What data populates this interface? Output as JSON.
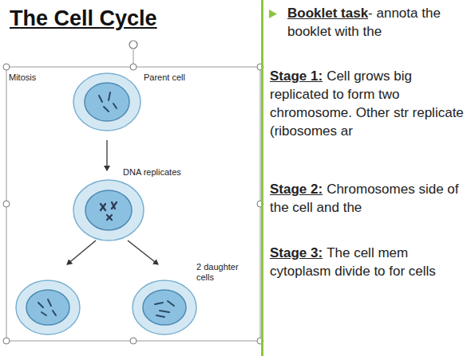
{
  "diagram": {
    "title": "The Cell Cycle",
    "nodes": [
      {
        "text": [
          "Booklet task",
          "- annota the booklet with the",
          "Stage 1:",
          "Cell grows big replicated to form two chromosome. Other str replicate (ribosomes ar",
          "Stage 2:",
          "Chromosomes side of the cell and the",
          "Stage 3:",
          "The cell mem cytoplasm divide to for cells"
        ]
      }
    ],
    "labels": [
      "Mitosis",
      "Parent cell",
      "DNA replicates",
      "2 daughter cells"
    ]
  }
}
